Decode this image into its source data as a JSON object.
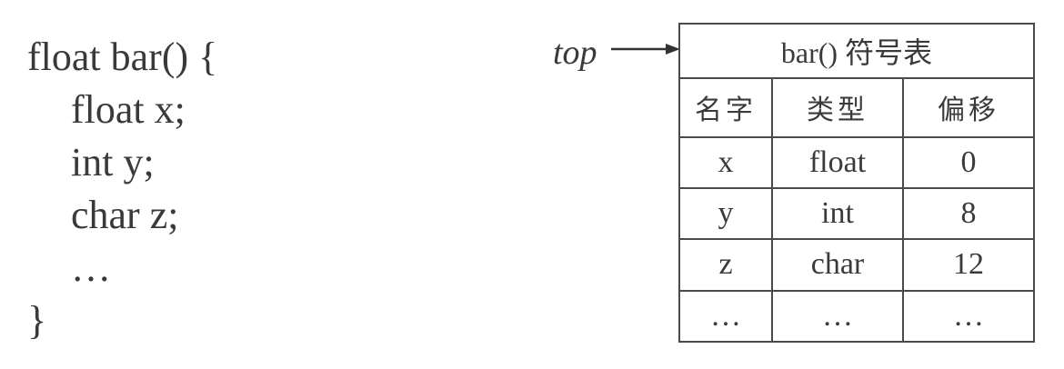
{
  "code": {
    "lines": [
      {
        "text": "float bar() {",
        "indent": 0
      },
      {
        "text": "float x;",
        "indent": 1
      },
      {
        "text": "int y;",
        "indent": 1
      },
      {
        "text": "char z;",
        "indent": 1
      },
      {
        "text": "…",
        "indent": 1
      },
      {
        "text": "}",
        "indent": 0
      }
    ]
  },
  "pointer": {
    "label": "top"
  },
  "symbol_table": {
    "title": "bar() 符号表",
    "headers": [
      "名字",
      "类型",
      "偏移"
    ],
    "rows": [
      [
        "x",
        "float",
        "0"
      ],
      [
        "y",
        "int",
        "8"
      ],
      [
        "z",
        "char",
        "12"
      ],
      [
        "…",
        "…",
        "…"
      ]
    ]
  }
}
